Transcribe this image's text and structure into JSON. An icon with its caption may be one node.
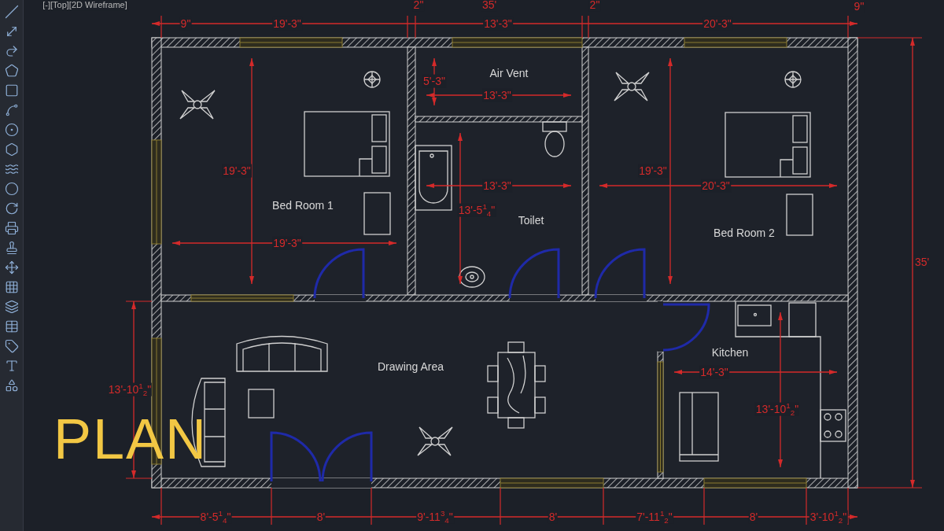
{
  "diagram": {
    "title": "PLAN",
    "nodes": [
      {
        "text": [
          "Bed Room 1"
        ]
      },
      {
        "text": [
          "Air Vent"
        ]
      },
      {
        "text": [
          "Toilet"
        ]
      },
      {
        "text": [
          "Bed Room 2"
        ]
      },
      {
        "text": [
          "Drawing Area"
        ]
      },
      {
        "text": [
          "Kitchen"
        ]
      }
    ],
    "labels": [
      "[-][Top][2D Wireframe]",
      "2\"",
      "35'",
      "2\"",
      "9\"",
      "9\"",
      "19'-3\"",
      "13'-3\"",
      "20'-3\"",
      "35'",
      "5'-3\"",
      "13'-3\"",
      "19'-3\"",
      "13'-3\"",
      "19'-3\"",
      "20'-3\"",
      "13'-5$^{1}$$_{4}$\"",
      "19'-3\"",
      "13'-10$^{1}$$_{2}$\"",
      "14'-3\"",
      "13'-10$^{1}$$_{2}$\"",
      "8'-5$^{1}$$_{4}$\"",
      "8'",
      "9'-11$^{3}$$_{4}$\"",
      "8'",
      "7'-11$^{1}$$_{2}$\"",
      "8'",
      "3'-10$^{1}$$_{2}$\""
    ]
  }
}
